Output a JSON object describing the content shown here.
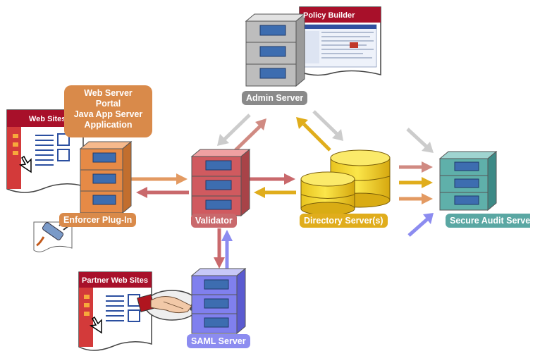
{
  "nodes": {
    "admin_server": "Admin Server",
    "policy_builder": "Policy Builder",
    "web_sites": "Web Sites",
    "enforcer_plugin": "Enforcer Plug-In",
    "validator": "Validator",
    "directory_servers": "Directory Server(s)",
    "secure_audit": "Secure Audit Serve",
    "partner_web_sites": "Partner Web Sites",
    "saml_server": "SAML Server"
  },
  "callout_lines": [
    "Web Server",
    "Portal",
    "Java App Server",
    "Application"
  ],
  "colors": {
    "orange": "#d98a4a",
    "red": "#c9696c",
    "gold": "#e0ad1c",
    "teal": "#5aa7a3",
    "purple": "#8c8cf0",
    "gray": "#8a8a8a",
    "doc_red": "#a8102a"
  },
  "icons": [
    "server-stack-icon",
    "database-icon",
    "document-icon",
    "handshake-icon",
    "plug-icon",
    "cursor-icon"
  ]
}
